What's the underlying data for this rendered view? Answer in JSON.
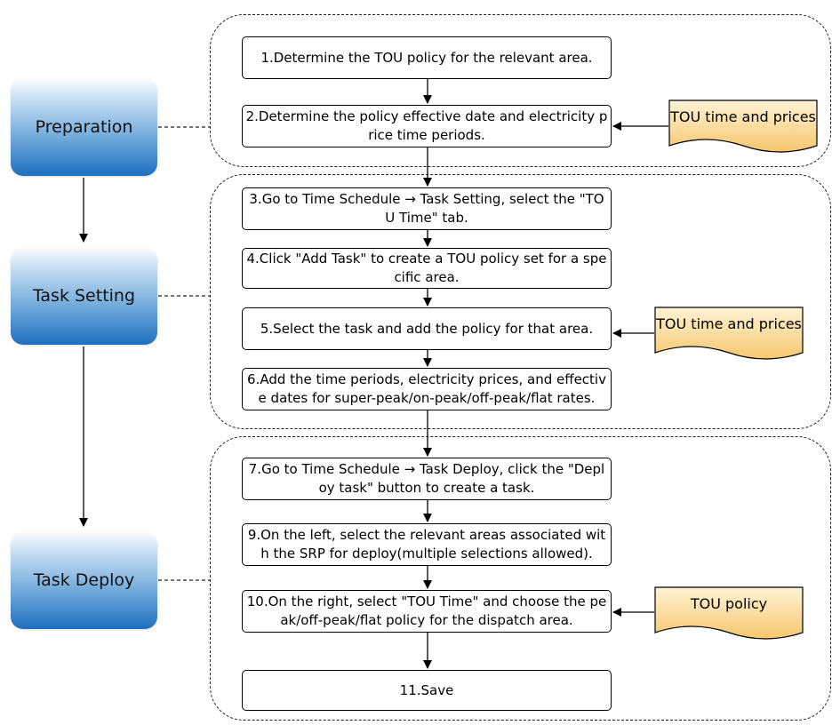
{
  "phases": {
    "preparation": "Preparation",
    "task_setting": "Task Setting",
    "task_deploy": "Task Deploy"
  },
  "steps": {
    "s1": "1.Determine the TOU policy for the relevant area.",
    "s2a": "2.Determine the policy effective date and electricity p",
    "s2b": "rice time periods.",
    "s3a": "3.Go to Time Schedule → Task Setting, select the \"TO",
    "s3b": "U Time\" tab.",
    "s4a": "4.Click \"Add Task\" to create a TOU policy set for a spe",
    "s4b": "cific area.",
    "s5": "5.Select the task and add the policy for that area.",
    "s6a": "6.Add the time periods, electricity prices, and effectiv",
    "s6b": "e dates for super-peak/on-peak/off-peak/flat rates.",
    "s7a": "7.Go to Time Schedule → Task Deploy, click the \"Depl",
    "s7b": "oy task\" button to create a task.",
    "s9a": "9.On the left, select the relevant areas associated wit",
    "s9b": "h the SRP for deploy(multiple selections allowed).",
    "s10a": "10.On the right, select \"TOU Time\" and choose the pe",
    "s10b": "ak/off-peak/flat policy for the dispatch area.",
    "s11": "11.Save"
  },
  "documents": {
    "d1": "TOU time and prices",
    "d2": "TOU time and prices",
    "d3": "TOU policy"
  },
  "colors": {
    "phase_top": "#ffffff",
    "phase_bottom": "#1e6fbf",
    "doc_top": "#fff3d6",
    "doc_bottom": "#f5c76e",
    "line": "#000000"
  }
}
